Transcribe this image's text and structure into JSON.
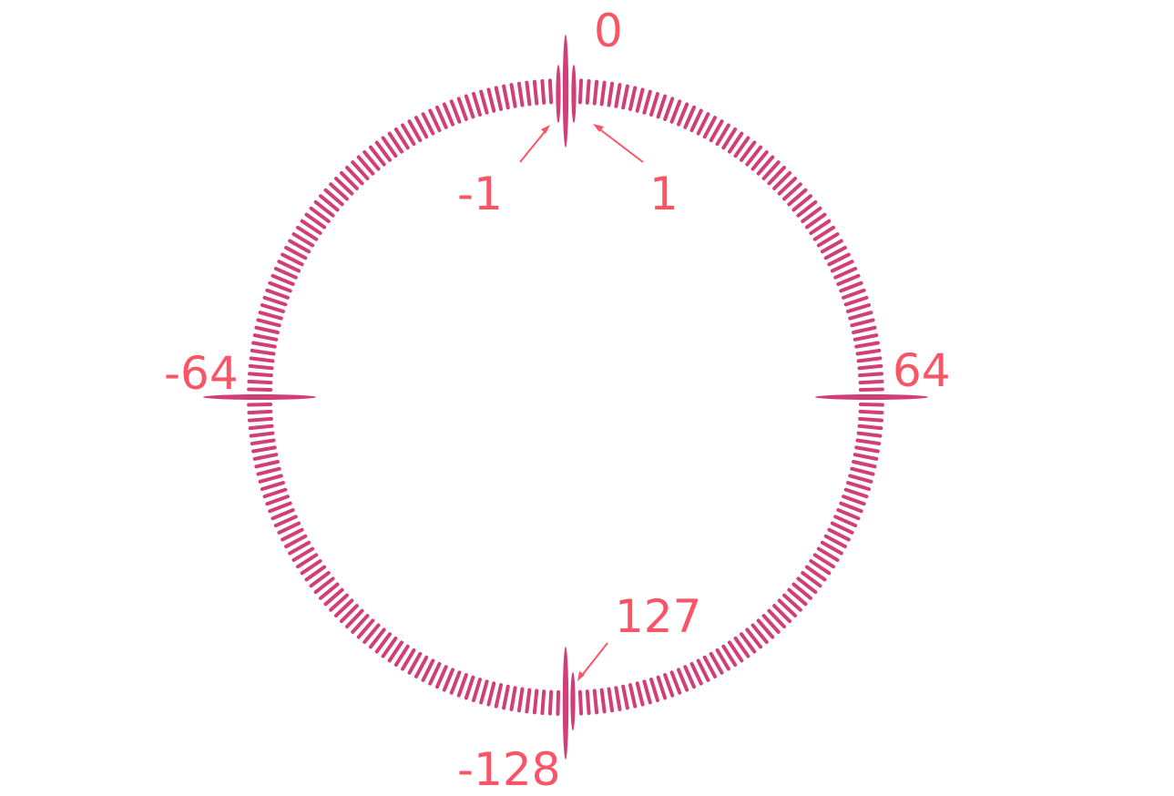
{
  "labels": {
    "zero": "0",
    "minus_one": "-1",
    "one": "1",
    "minus_sixty_four": "-64",
    "sixty_four": "64",
    "one_twenty_seven": "127",
    "minus_one_twenty_eight": "-128"
  },
  "ring": {
    "tick_count": 256,
    "min_value": -128,
    "max_value": 127
  },
  "colors": {
    "ticks": "#d03f78",
    "labels": "#f95566",
    "pointers": "#f95566"
  }
}
